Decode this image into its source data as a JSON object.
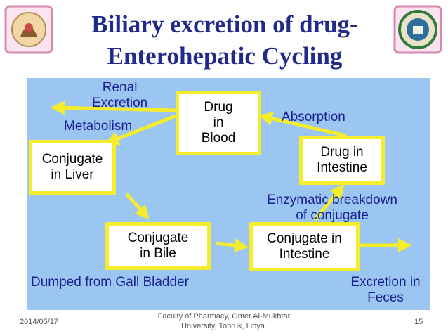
{
  "title": "Biliary excretion of drug-\nEnterohepatic Cycling",
  "diagram": {
    "boxes": {
      "drug_blood": "Drug\nin\nBlood",
      "conj_liver": "Conjugate\nin Liver",
      "drug_intestine": "Drug in\nIntestine",
      "conj_bile": "Conjugate\nin Bile",
      "conj_intestine": "Conjugate in\nIntestine"
    },
    "labels": {
      "renal": "Renal\nExcretion",
      "metabolism": "Metabolism",
      "absorption": "Absorption",
      "enzymatic": "Enzymatic breakdown\nof conjugate",
      "dumped": "Dumped from Gall Bladder",
      "feces": "Excretion in\nFeces"
    },
    "colors": {
      "background": "#9cc6f2",
      "arrow": "#f5ec2b",
      "label": "#1a1f8f"
    }
  },
  "footer": {
    "date": "2014/05/17",
    "center": "Faculty of Pharmacy, Omer Al-Mukhtar\nUniversity, Tobruk, Libya.",
    "page": "15"
  },
  "logos": {
    "left": "university-crest-icon",
    "right": "faculty-seal-icon"
  }
}
